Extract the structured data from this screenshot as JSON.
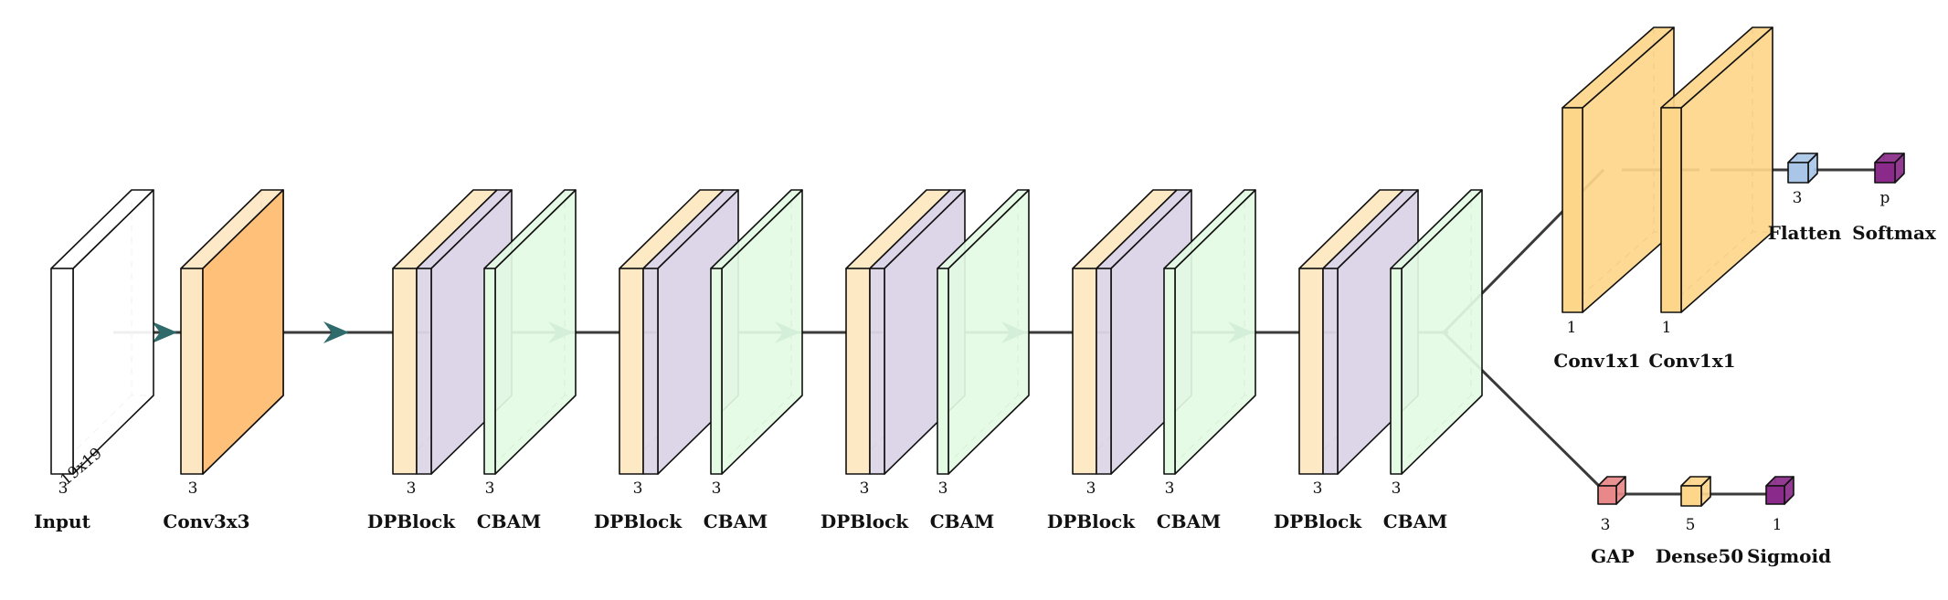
{
  "layers": [
    {
      "label": "Input",
      "dims": [
        "3",
        "19x19"
      ]
    },
    {
      "label": "Conv3x3",
      "dims": [
        "3"
      ]
    },
    {
      "label": "DPBlock",
      "dims": [
        "3"
      ]
    },
    {
      "label": "CBAM",
      "dims": [
        "3"
      ]
    },
    {
      "label": "DPBlock",
      "dims": [
        "3"
      ]
    },
    {
      "label": "CBAM",
      "dims": [
        "3"
      ]
    },
    {
      "label": "DPBlock",
      "dims": [
        "3"
      ]
    },
    {
      "label": "CBAM",
      "dims": [
        "3"
      ]
    },
    {
      "label": "DPBlock",
      "dims": [
        "3"
      ]
    },
    {
      "label": "CBAM",
      "dims": [
        "3"
      ]
    },
    {
      "label": "DPBlock",
      "dims": [
        "3"
      ]
    },
    {
      "label": "CBAM",
      "dims": [
        "3"
      ]
    },
    {
      "label": "Conv1x1",
      "dims": [
        "1"
      ]
    },
    {
      "label": "Conv1x1",
      "dims": [
        "1"
      ]
    },
    {
      "label": "Flatten",
      "dims": [
        "3"
      ]
    },
    {
      "label": "Softmax",
      "dims": [
        "p"
      ]
    },
    {
      "label": "GAP",
      "dims": [
        "3"
      ]
    },
    {
      "label": "Dense50",
      "dims": [
        "5"
      ]
    },
    {
      "label": "Sigmoid",
      "dims": [
        "1"
      ]
    }
  ],
  "colors": {
    "input": "#ffffff",
    "conv3x3_front": "#fde6c2",
    "conv3x3_body": "#ffc07a",
    "dpblock_front": "#fde9c4",
    "dpblock_body": "#ddd6e8",
    "cbam": "#e3fbe3",
    "conv1x1": "#fdd68a",
    "flatten": "#a9c6e8",
    "softmax": "#8a2a8a",
    "gap": "#e88888",
    "dense": "#fdd68a",
    "sigmoid": "#8a2a8a",
    "connection": "#3a3a3a",
    "arrowhead": "#2f6b6b"
  }
}
